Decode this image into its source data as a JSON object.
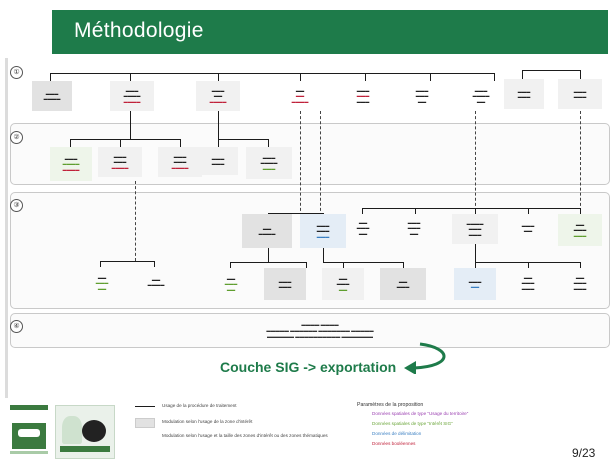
{
  "slide": {
    "title": "Méthodologie",
    "page_number": "9/23"
  },
  "steps": [
    "①",
    "②",
    "③",
    "④"
  ],
  "final_output": "Couche SIG -> exportation",
  "legend": {
    "col1": [
      "Usage de la procédure de traitement",
      "Modulation selon l'usage de la zone d'intérêt",
      "Modulation selon l'usage et la taille des zones d'intérêt ou des zones thématiques"
    ],
    "col2_title": "Paramètres de la proposition",
    "col2": [
      "Données spatiales de type “Usage du territoire”",
      "Données spatiales de type “Intérêt SIG”",
      "Données de délimitation",
      "Données booléennes"
    ]
  }
}
